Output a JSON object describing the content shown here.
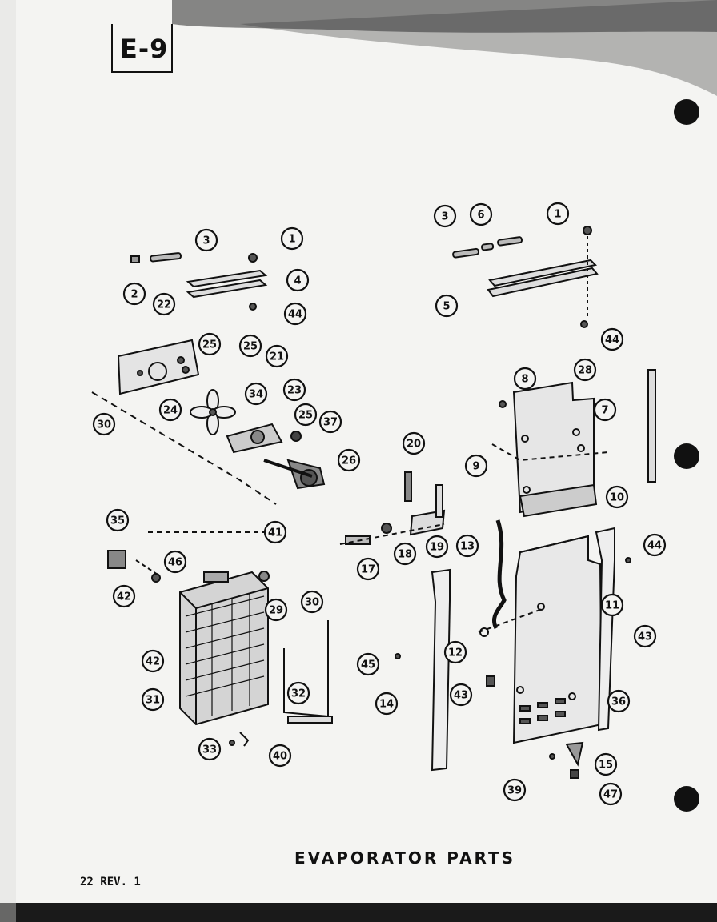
{
  "page_label": "E-9",
  "title": "EVAPORATOR PARTS",
  "revision": "22 REV. 1",
  "callouts": [
    "1",
    "2",
    "3",
    "4",
    "44",
    "22",
    "25",
    "25",
    "21",
    "24",
    "30",
    "34",
    "23",
    "25",
    "37",
    "26",
    "41",
    "35",
    "46",
    "42",
    "29",
    "30",
    "42",
    "31",
    "32",
    "33",
    "40",
    "3",
    "6",
    "1",
    "5",
    "44",
    "8",
    "28",
    "7",
    "9",
    "10",
    "20",
    "18",
    "19",
    "17",
    "13",
    "44",
    "11",
    "12",
    "45",
    "43",
    "14",
    "43",
    "36",
    "15",
    "39",
    "47"
  ]
}
